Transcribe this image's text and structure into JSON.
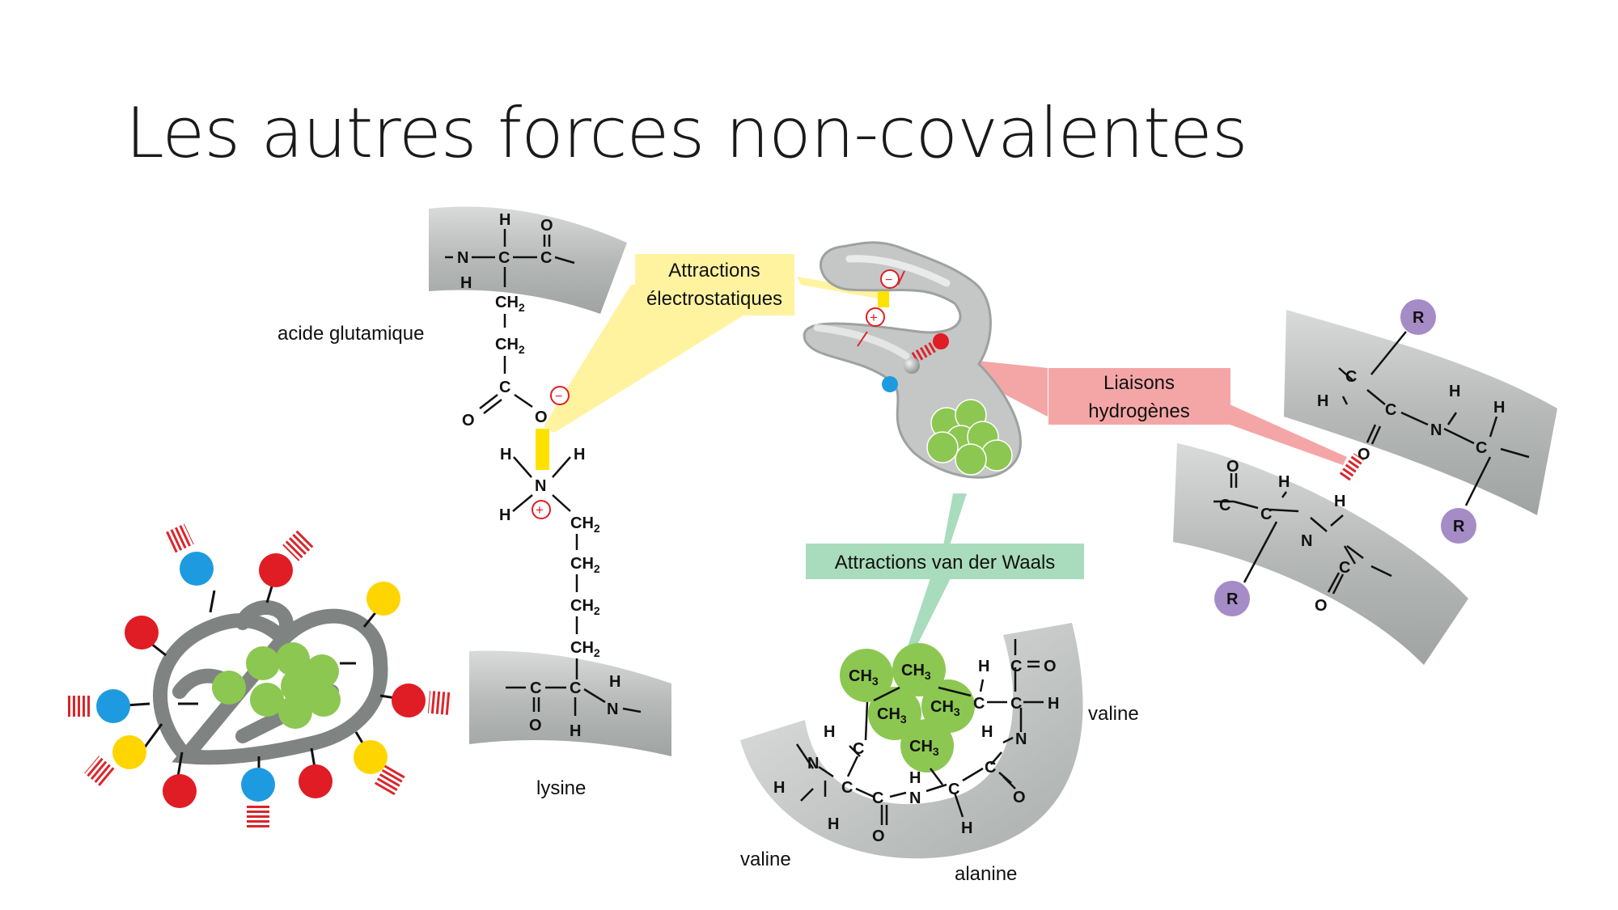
{
  "slide": {
    "title": "Les autres forces non-covalentes"
  },
  "callouts": {
    "electrostatic": {
      "line1": "Attractions",
      "line2": "électrostatiques"
    },
    "hydrogen": {
      "line1": "Liaisons",
      "line2": "hydrogènes"
    },
    "vdw": {
      "text": "Attractions van der Waals"
    }
  },
  "residue_labels": {
    "glutamic_acid": "acide glutamique",
    "lysine": "lysine",
    "valine_right": "valine",
    "valine_bottom": "valine",
    "alanine": "alanine"
  },
  "atoms": {
    "H": "H",
    "O": "O",
    "N": "N",
    "C": "C",
    "R": "R",
    "CH2": "CH",
    "CH3": "CH",
    "sub2": "2",
    "sub3": "3",
    "plus": "+",
    "minus": "−"
  },
  "colors": {
    "callout_yellow": "#fff3a0",
    "callout_pink": "#f4a6a6",
    "callout_green": "#a9dcbc",
    "chain_gray": "#b9bcbb",
    "hydrophobic_green": "#8cc751",
    "positive_blue": "#1e9be0",
    "negative_red": "#e01c24",
    "polar_yellow": "#ffd500",
    "r_purple": "#a58cc6",
    "hbond_red": "#d9262c"
  }
}
